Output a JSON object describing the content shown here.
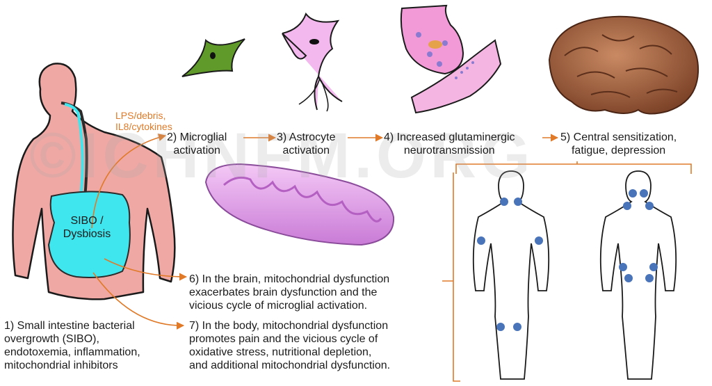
{
  "watermark": "©ICHNFM.ORG",
  "toxin_label": [
    "LPS/debris,",
    "IL8/cytokines"
  ],
  "gut_label": [
    "SIBO /",
    "Dysbiosis"
  ],
  "steps": {
    "s1": [
      "1) Small intestine bacterial",
      "overgrowth (SIBO),",
      "endotoxemia, inflammation,",
      "mitochondrial inhibitors"
    ],
    "s2": [
      "2) Microglial",
      "activation"
    ],
    "s3": [
      "3) Astrocyte",
      "activation"
    ],
    "s4": [
      "4) Increased glutaminergic",
      "neurotransmission"
    ],
    "s5": [
      "5) Central sensitization,",
      "fatigue, depression"
    ],
    "s6": [
      "6) In the brain, mitochondrial dysfunction",
      "exacerbates brain dysfunction and the",
      "vicious cycle of microglial activation."
    ],
    "s7": [
      "7) In the body, mitochondrial dysfunction",
      "promotes pain and the vicious cycle of",
      "oxidative stress, nutritional depletion,",
      "and additional mitochondrial dysfunction."
    ]
  },
  "colors": {
    "arrow": "#e07a28",
    "body_skin": "#f0a8a4",
    "gut": "#3fe6ee",
    "microglia": "#5f9a2a",
    "astrocyte": "#f3b8ee",
    "synapse": "#f29ad8",
    "brain": "#a9643e",
    "mitochondria": "#e7a6ee",
    "tender_point": "#4a74b9"
  }
}
